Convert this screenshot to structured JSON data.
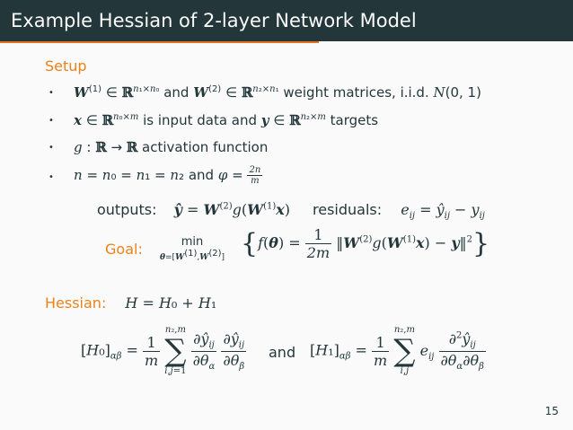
{
  "title": "Example Hessian of 2-layer Network Model",
  "setup_heading": "Setup",
  "bullets": [
    "W(1) ∈ ℝn1×n0 and W(2) ∈ ℝn2×n1 weight matrices, i.i.d. N(0,1)",
    "x ∈ ℝn0×m is input data and y ∈ ℝn2×m targets",
    "g : ℝ → ℝ activation function",
    "n = n0 = n1 = n2 and φ = 2n/m"
  ],
  "outputs_label": "outputs:",
  "residuals_label": "residuals:",
  "goal_label": "Goal:",
  "min_label": "min",
  "hessian_label": "Hessian:",
  "and_label": "and",
  "page_number": "15"
}
